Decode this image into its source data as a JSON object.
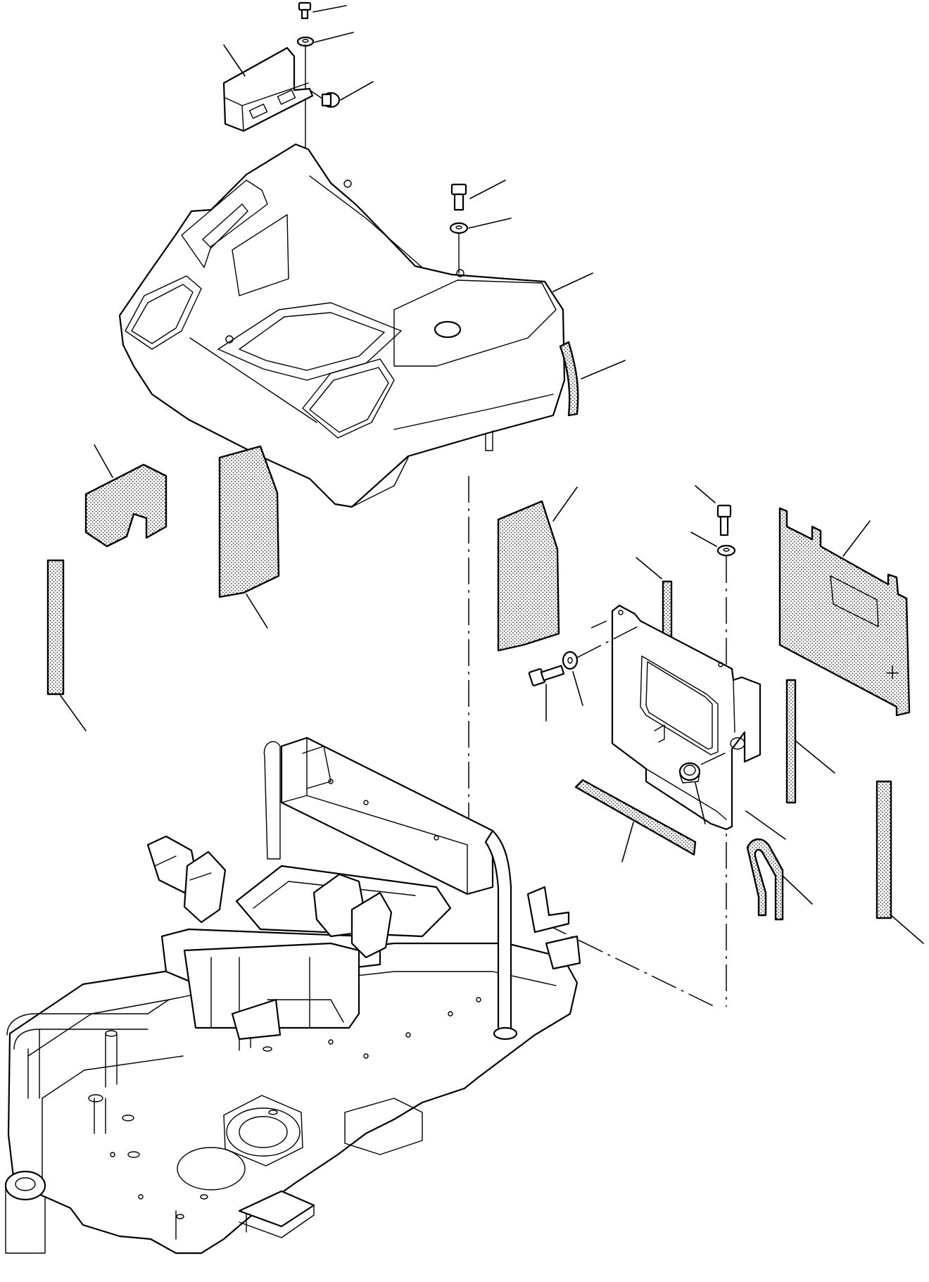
{
  "diagram": {
    "parts": [
      {
        "id": "bolt-top",
        "icon": "bolt-icon"
      },
      {
        "id": "washer-top",
        "icon": "washer-icon"
      },
      {
        "id": "bracket-top",
        "icon": "bracket-icon"
      },
      {
        "id": "plug-top",
        "icon": "plug-icon"
      },
      {
        "id": "bolt-cover",
        "icon": "bolt-icon"
      },
      {
        "id": "washer-cover",
        "icon": "washer-icon"
      },
      {
        "id": "floor-cover",
        "icon": "cover-icon"
      },
      {
        "id": "seal-curved",
        "icon": "seal-strip-icon"
      },
      {
        "id": "foam-block",
        "icon": "foam-block-icon"
      },
      {
        "id": "foam-pad-left",
        "icon": "foam-pad-icon"
      },
      {
        "id": "seal-strip-left",
        "icon": "seal-strip-icon"
      },
      {
        "id": "foam-pad-right",
        "icon": "foam-pad-icon"
      },
      {
        "id": "bolt-plate",
        "icon": "bolt-icon"
      },
      {
        "id": "washer-plate",
        "icon": "washer-icon"
      },
      {
        "id": "foam-panel",
        "icon": "foam-panel-icon"
      },
      {
        "id": "seal-strip-plate",
        "icon": "seal-strip-icon"
      },
      {
        "id": "bolt-side",
        "icon": "bolt-icon"
      },
      {
        "id": "washer-side",
        "icon": "washer-icon"
      },
      {
        "id": "cover-plate",
        "icon": "plate-icon"
      },
      {
        "id": "grommet",
        "icon": "grommet-icon"
      },
      {
        "id": "seal-strip-mid",
        "icon": "seal-strip-icon"
      },
      {
        "id": "seal-strip-bottom",
        "icon": "seal-strip-icon"
      },
      {
        "id": "u-seal",
        "icon": "u-seal-icon"
      },
      {
        "id": "seal-strip-right",
        "icon": "seal-strip-icon"
      },
      {
        "id": "revolving-frame",
        "icon": "frame-icon"
      }
    ]
  }
}
